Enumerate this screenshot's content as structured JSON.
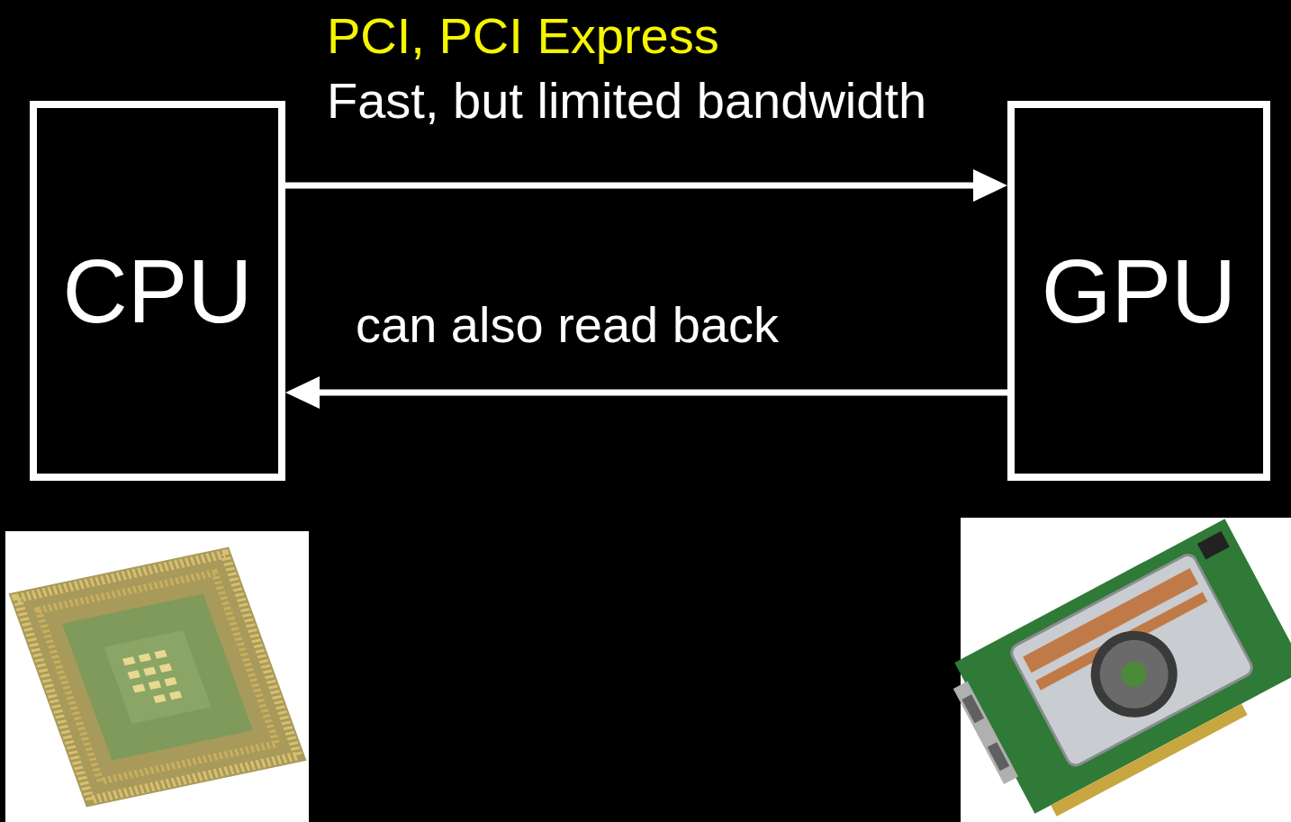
{
  "diagram": {
    "nodes": [
      {
        "text": [
          "CPU"
        ]
      },
      {
        "text": [
          "GPU"
        ]
      }
    ],
    "edges": [
      {
        "from": 0,
        "to": 1,
        "arrow": "to",
        "label": "Fast, but limited bandwidth"
      },
      {
        "from": 1,
        "to": 0,
        "arrow": "to",
        "label": "can also read back"
      }
    ],
    "labels": [
      "PCI, PCI Express"
    ]
  }
}
